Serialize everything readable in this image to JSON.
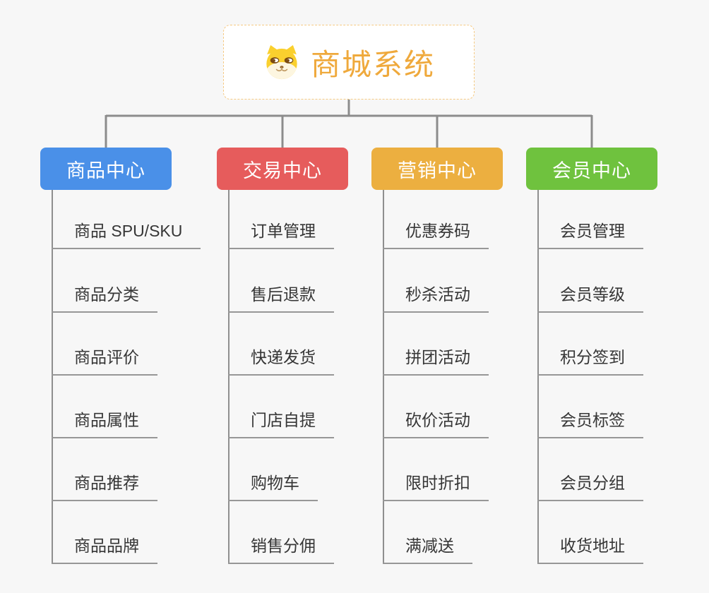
{
  "page": {
    "background_color": "#f7f7f7",
    "connector_color": "#8c8c8c",
    "underline_color": "#979797"
  },
  "root": {
    "title": "商城系统",
    "icon": "shiba-dog-icon",
    "text_color": "#efa93c",
    "border_color": "#f5c982"
  },
  "branches": [
    {
      "label": "商品中心",
      "color": "#4a90e8",
      "items": [
        "商品 SPU/SKU",
        "商品分类",
        "商品评价",
        "商品属性",
        "商品推荐",
        "商品品牌"
      ]
    },
    {
      "label": "交易中心",
      "color": "#e65c5c",
      "items": [
        "订单管理",
        "售后退款",
        "快递发货",
        "门店自提",
        "购物车",
        "销售分佣"
      ]
    },
    {
      "label": "营销中心",
      "color": "#ecaf40",
      "items": [
        "优惠券码",
        "秒杀活动",
        "拼团活动",
        "砍价活动",
        "限时折扣",
        "满减送"
      ]
    },
    {
      "label": "会员中心",
      "color": "#6fc23e",
      "items": [
        "会员管理",
        "会员等级",
        "积分签到",
        "会员标签",
        "会员分组",
        "收货地址"
      ]
    }
  ]
}
